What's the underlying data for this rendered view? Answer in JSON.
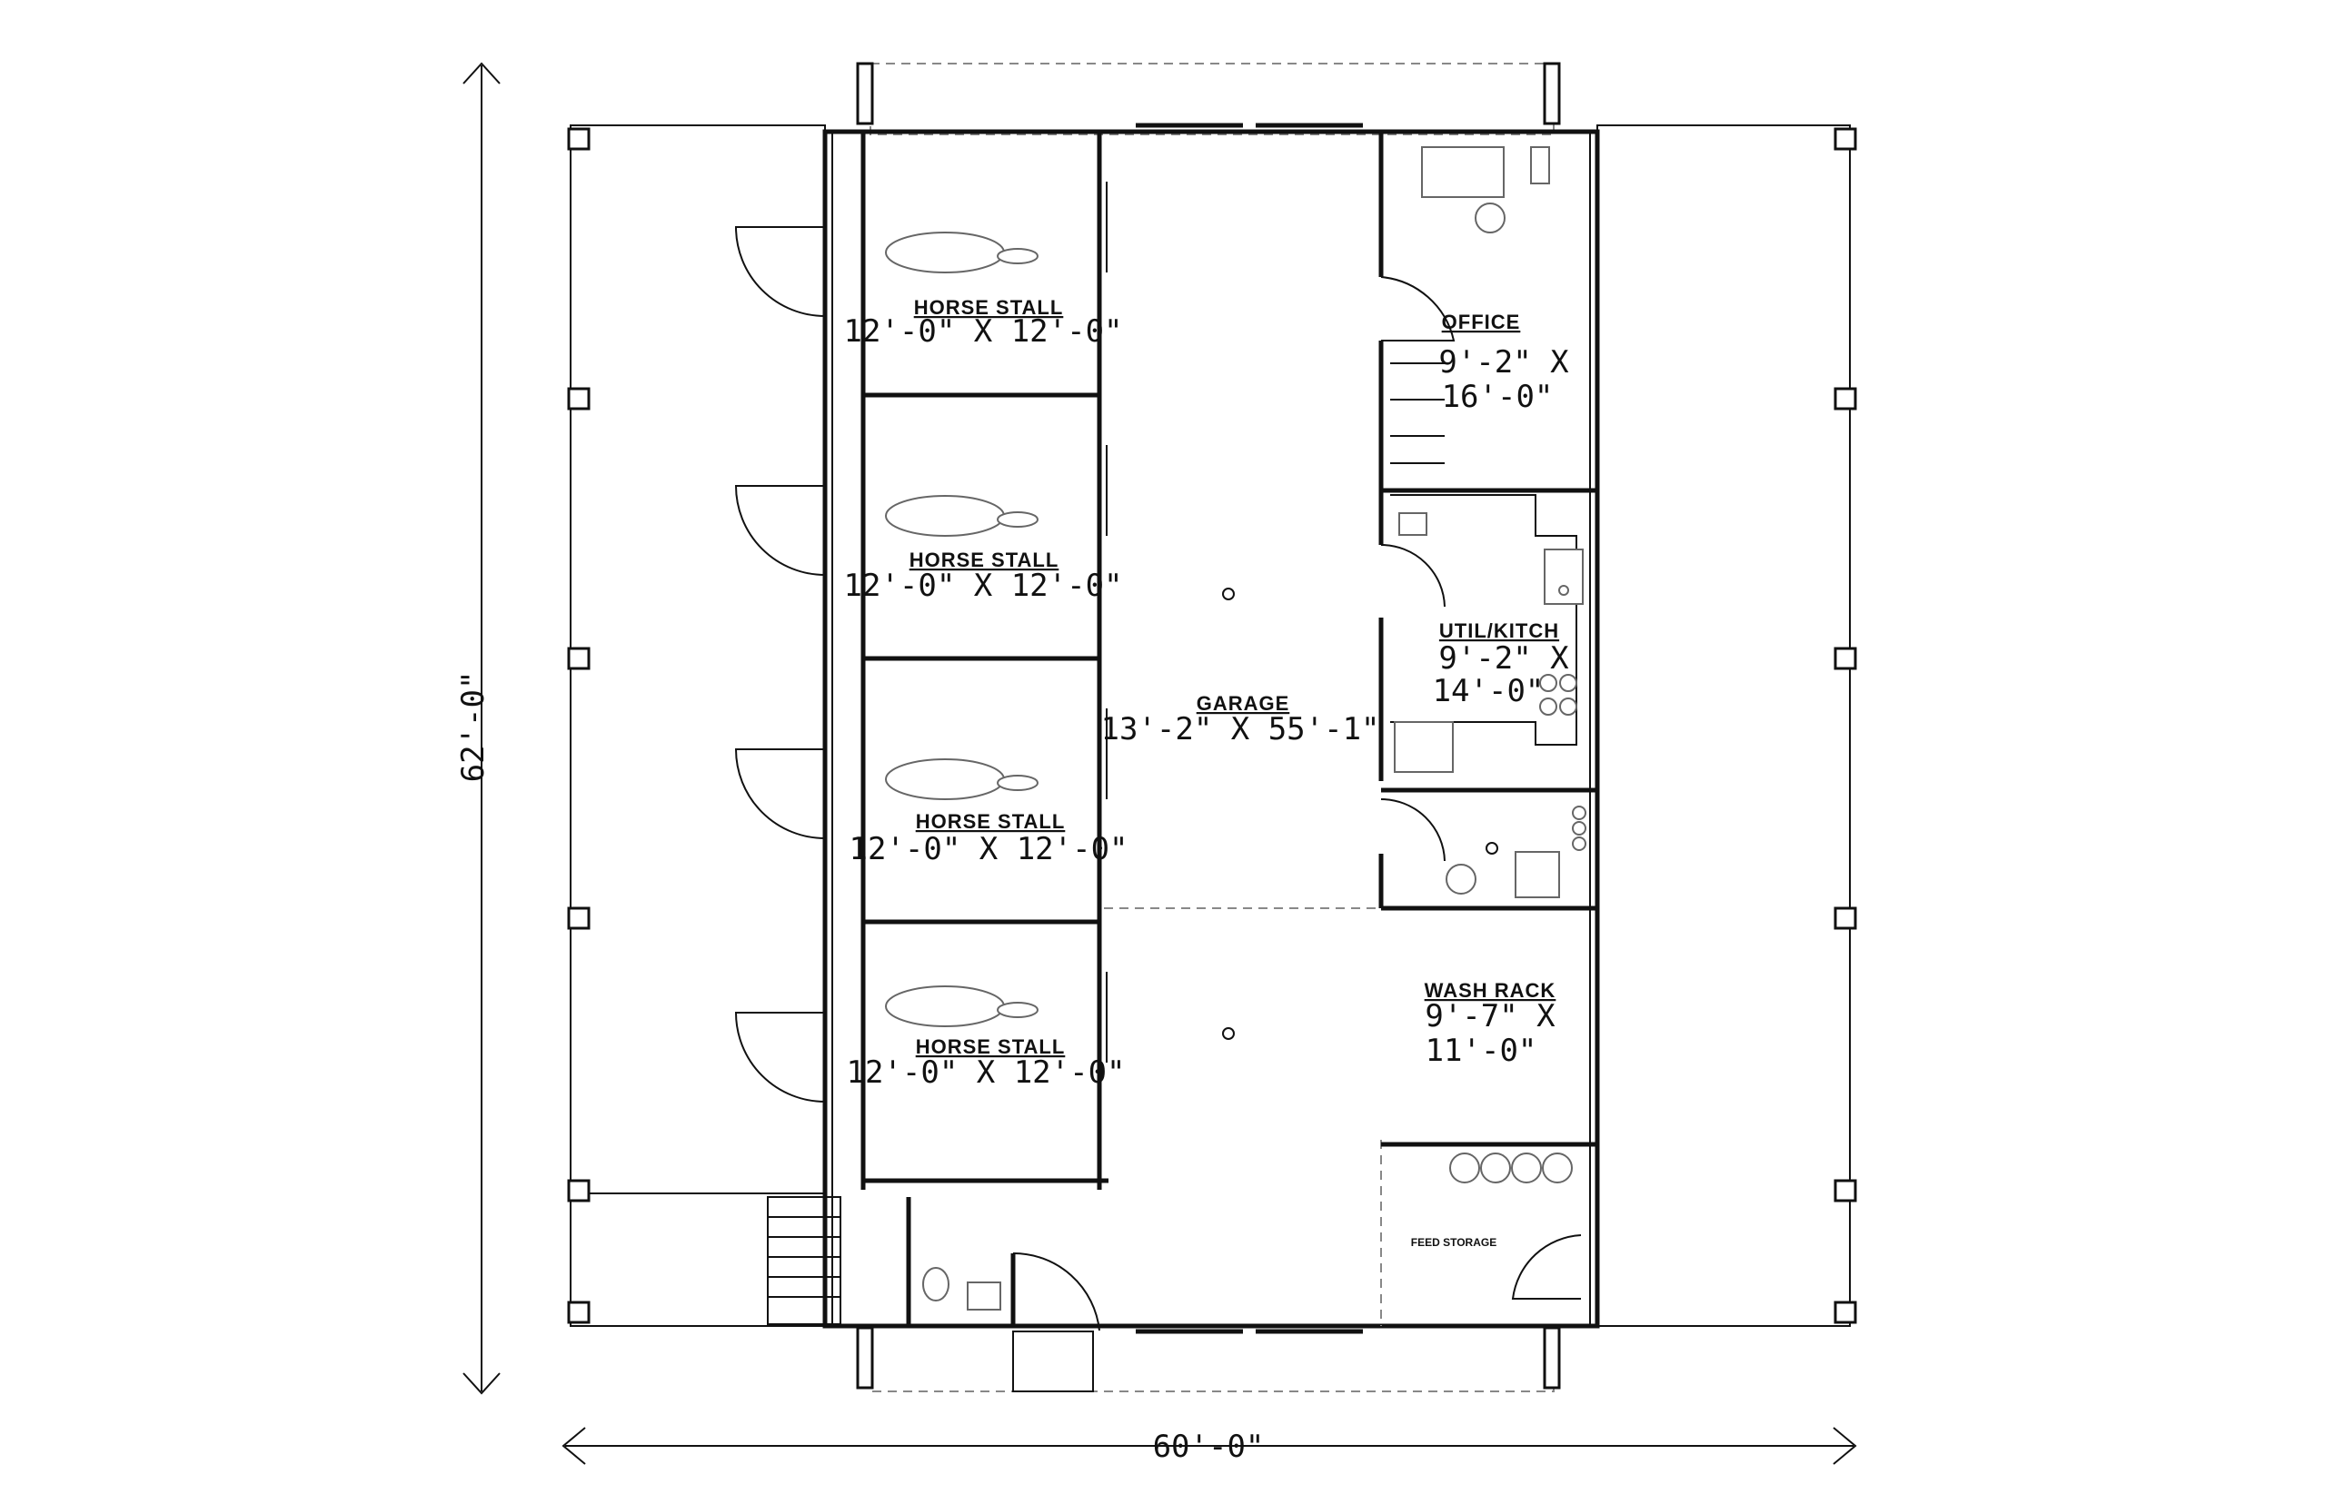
{
  "overall": {
    "width": "60'-0\"",
    "depth": "62'-0\""
  },
  "rooms": {
    "stall1": {
      "title": "HORSE STALL",
      "size": "12'-0\" X 12'-0\""
    },
    "stall2": {
      "title": "HORSE STALL",
      "size": "12'-0\" X 12'-0\""
    },
    "stall3": {
      "title": "HORSE STALL",
      "size": "12'-0\" X 12'-0\""
    },
    "stall4": {
      "title": "HORSE STALL",
      "size": "12'-0\" X 12'-0\""
    },
    "garage": {
      "title": "GARAGE",
      "size": "13'-2\" X 55'-1\""
    },
    "office": {
      "title": "OFFICE",
      "size_line1": "9'-2\" X",
      "size_line2": "16'-0\""
    },
    "kitchen": {
      "title": "UTIL/KITCH",
      "size_line1": "9'-2\" X",
      "size_line2": "14'-0\""
    },
    "washrack": {
      "title": "WASH RACK",
      "size_line1": "9'-7\" X",
      "size_line2": "11'-0\""
    },
    "feed": {
      "title": "FEED STORAGE"
    }
  }
}
